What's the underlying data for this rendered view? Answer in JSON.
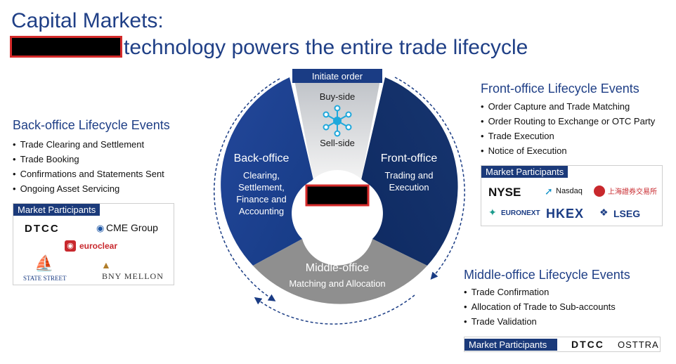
{
  "header": {
    "title_line1": "Capital Markets:",
    "title_line2": "technology powers the entire trade lifecycle"
  },
  "colors": {
    "navy": "#1a3c84",
    "dark_navy": "#0f2d66",
    "grey": "#8f8f8f",
    "light_grey": "#dedede",
    "accent_cyan": "#1ea8dc",
    "redaction_border": "#d42a2a"
  },
  "wheel": {
    "initiate_label": "Initiate order",
    "buy_side": "Buy-side",
    "sell_side": "Sell-side",
    "network_icon": "network-hub-icon",
    "back_office": {
      "title": "Back-office",
      "lines": [
        "Clearing,",
        "Settlement,",
        "Finance and",
        "Accounting"
      ]
    },
    "front_office": {
      "title": "Front-office",
      "lines": [
        "Trading and",
        "Execution"
      ]
    },
    "middle_office": {
      "title": "Middle-office",
      "subtitle": "Matching and Allocation"
    }
  },
  "back_office_panel": {
    "title": "Back-office Lifecycle Events",
    "items": [
      "Trade Clearing and Settlement",
      "Trade Booking",
      "Confirmations and Statements Sent",
      "Ongoing Asset Servicing"
    ],
    "participants_label": "Market Participants",
    "logos": {
      "dtcc": "DTCC",
      "cme": "CME Group",
      "euroclear": "euroclear",
      "state_street": "STATE STREET",
      "bny": "BNY MELLON"
    }
  },
  "front_office_panel": {
    "title": "Front-office Lifecycle Events",
    "items": [
      "Order Capture and Trade Matching",
      "Order Routing to Exchange or OTC Party",
      "Trade Execution",
      "Notice of Execution"
    ],
    "participants_label": "Market Participants",
    "logos": {
      "nyse": "NYSE",
      "nasdaq": "Nasdaq",
      "sse": "上海證券交易所",
      "euronext": "EURONEXT",
      "hkex": "HKEX",
      "lseg": "LSEG"
    }
  },
  "middle_office_panel": {
    "title": "Middle-office Lifecycle Events",
    "items": [
      "Trade Confirmation",
      "Allocation of Trade to Sub-accounts",
      "Trade Validation"
    ],
    "participants_label": "Market Participants",
    "logos": {
      "dtcc": "DTCC",
      "osttra": "OSTTRA"
    }
  }
}
